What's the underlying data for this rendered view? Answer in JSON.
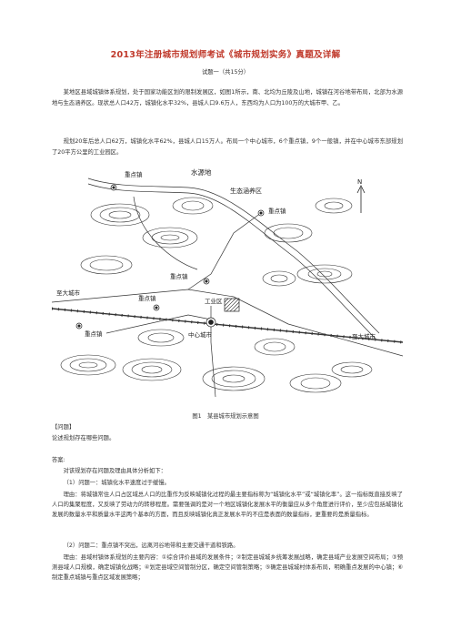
{
  "doc": {
    "title": "2013年注册城市规划师考试《城市规划实务》真题及详解",
    "question_header": "试题一（共15分）",
    "intro_para1": "某地区县域城镇体系规划，处于国家功能区划的限制发展区，如图1所示，南、北均为丘陵及山地，城镇在河谷地带布局，北部为水源地与生态涵养区。现状总人口42万，城镇化水平32%，县城人口9.6万人，东西均为人口为100万的大城市甲、乙。",
    "intro_para2": "规划20年后总人口62万，城镇化水平62%，县城人口15万人。布局一个中心城市，6个重点镇，9个一般镇，并在中心城市东部规划了20平方公里的工业园区。",
    "figure_caption": "图1　某县城市规划示意图",
    "question_label": "【问题】",
    "question_text": "论述规划存在哪些问题。",
    "answer_label": "答案:",
    "answer_intro": "对该规划存在问题及理由具体分析如下：",
    "p1_issue": "（1）问题一：城镇化水平速度过于缓慢。",
    "p1_reason": "理由：将城镇常住人口占区域总人口的比重作为反映城镇化过程的最主要指标称为“城镇化水平”或“城镇化率”。这一指标既直接反映了人口的集聚程度，又反映了劳动力的转移程度。需要强调的是对一个地区城镇化发展水平的衡量应从多个角度进行评价，至少应包括城镇化发展的数量水平和质量水平这两个基本的方面，而且反映城镇化真正发展水平的不应是表面的数量指标，更重要的是质量指标。",
    "p2_issue": "（2）问题二：重点镇不突出，远离河谷地带和主要交通干道和铁路。",
    "p2_reason": "理由：县域村镇体系规划的主要内容：①综合评价县域的发展条件；②制定县城城乡统筹发展战略，确定县域产业发展空间布局；③预测县域人口规模，确定城镇化战略；④划定县域空间管制分区，确定空间管制策略；⑤确定县城城村体系布局，明确重点发展的中心镇；⑥制定重点城镇与重点区域发展策略；"
  },
  "map": {
    "label_water_source": "水源地",
    "label_eco_zone": "生态涵养区",
    "label_key_town": "重点镇",
    "label_to_big_city": "至大城市",
    "label_industrial_park": "工业区",
    "label_center_city": "中心城市",
    "label_north": "N"
  }
}
